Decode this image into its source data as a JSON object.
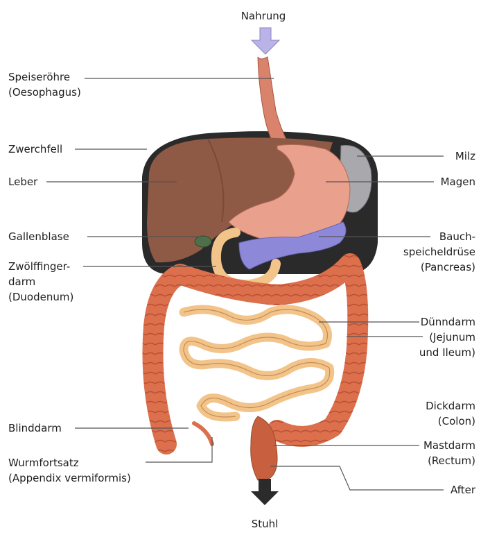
{
  "flow": {
    "input": "Nahrung",
    "output": "Stuhl"
  },
  "labels_left": {
    "speiseroehre": [
      "Speiseröhre",
      "(Oesophagus)"
    ],
    "zwerchfell": [
      "Zwerchfell"
    ],
    "leber": [
      "Leber"
    ],
    "gallenblase": [
      "Gallenblase"
    ],
    "zwoelffingerdarm": [
      "Zwölffinger-",
      "darm",
      "(Duodenum)"
    ],
    "blinddarm": [
      "Blinddarm"
    ],
    "wurmfortsatz": [
      "Wurmfortsatz",
      "(Appendix vermiformis)"
    ]
  },
  "labels_right": {
    "milz": [
      "Milz"
    ],
    "magen": [
      "Magen"
    ],
    "bauchspeicheldruese": [
      "Bauch-",
      "speicheldrüse",
      "(Pancreas)"
    ],
    "duenndarm": [
      "Dünndarm",
      "(Jejunum",
      "und Ileum)"
    ],
    "dickdarm": [
      "Dickdarm",
      "(Colon)"
    ],
    "mastdarm": [
      "Mastdarm",
      "(Rectum)"
    ],
    "after": [
      "After"
    ]
  },
  "colors": {
    "arrow_in": "#b9b3e8",
    "arrow_out": "#2b2b2b",
    "liver": "#8e5a45",
    "stomach": "#e9a08c",
    "spleen": "#a9a9ad",
    "pancreas": "#8d88d8",
    "small_intestine": "#f3c48a",
    "colon": "#dc6f4c",
    "diaphragm": "#2a2a2a",
    "leader_line": "#555555"
  }
}
